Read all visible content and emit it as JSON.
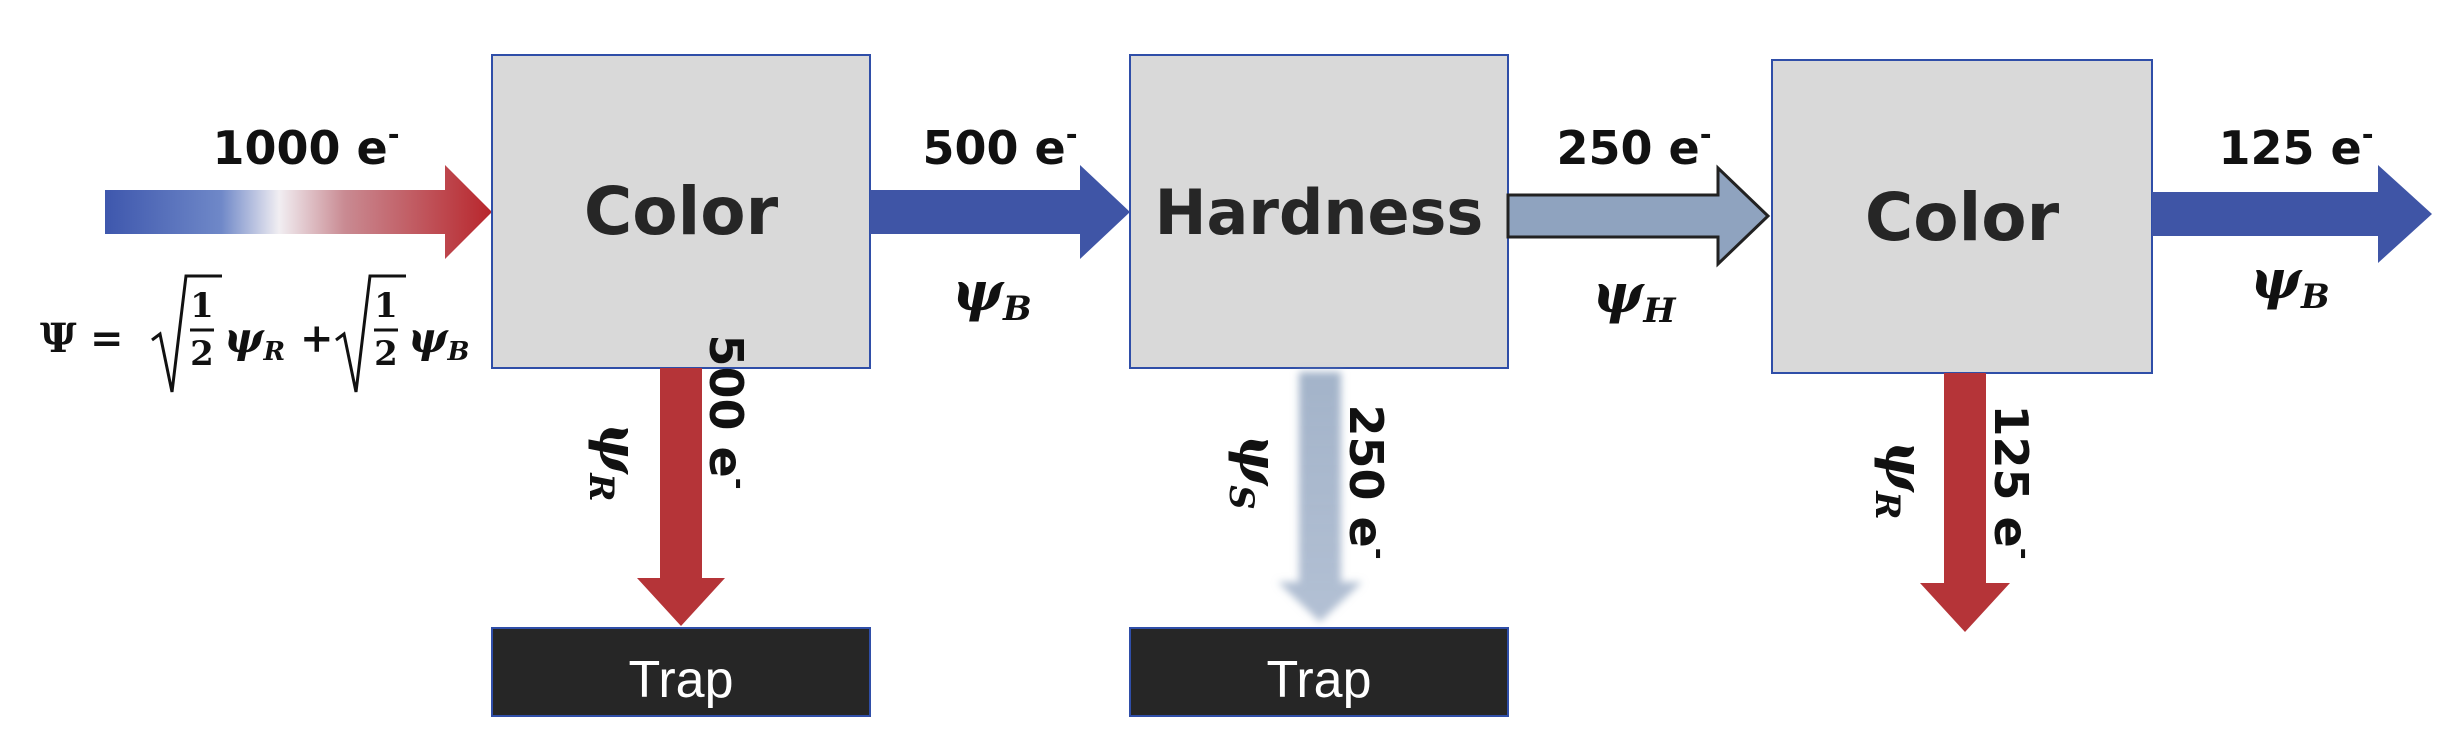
{
  "stages": [
    {
      "label": "Color"
    },
    {
      "label": "Hardness"
    },
    {
      "label": "Color"
    }
  ],
  "beams": {
    "input": {
      "count": "1000 e",
      "charge": "-"
    },
    "after_stage_1": {
      "count": "500 e",
      "charge": "-",
      "state": "ψ",
      "sub": "B"
    },
    "after_stage_2": {
      "count": "250 e",
      "charge": "-",
      "state": "ψ",
      "sub": "H"
    },
    "output": {
      "count": "125 e",
      "charge": "-",
      "state": "ψ",
      "sub": "B"
    }
  },
  "rejects": {
    "stage_1": {
      "count": "500 e",
      "charge": "-",
      "state": "ψ",
      "sub": "R"
    },
    "stage_2": {
      "count": "250 e",
      "charge": "-",
      "state": "ψ",
      "sub": "S"
    },
    "stage_3": {
      "count": "125 e",
      "charge": "-",
      "state": "ψ",
      "sub": "R"
    }
  },
  "traps": [
    {
      "label": "Trap"
    },
    {
      "label": "Trap"
    }
  ],
  "equation": {
    "lhs": "Ψ",
    "equals": "=",
    "numerator": "1",
    "denominator": "2",
    "psi": "ψ",
    "sub_r": "R",
    "plus": "+",
    "sub_b": "B"
  },
  "colors": {
    "box_fill": "#d9d9d9",
    "box_stroke": "#2f4ea8",
    "blue_arrow": "#3f55a6",
    "red_arrow": "#b53438",
    "gray_arrow": "#8fa3bf",
    "trap_fill": "#262626"
  }
}
